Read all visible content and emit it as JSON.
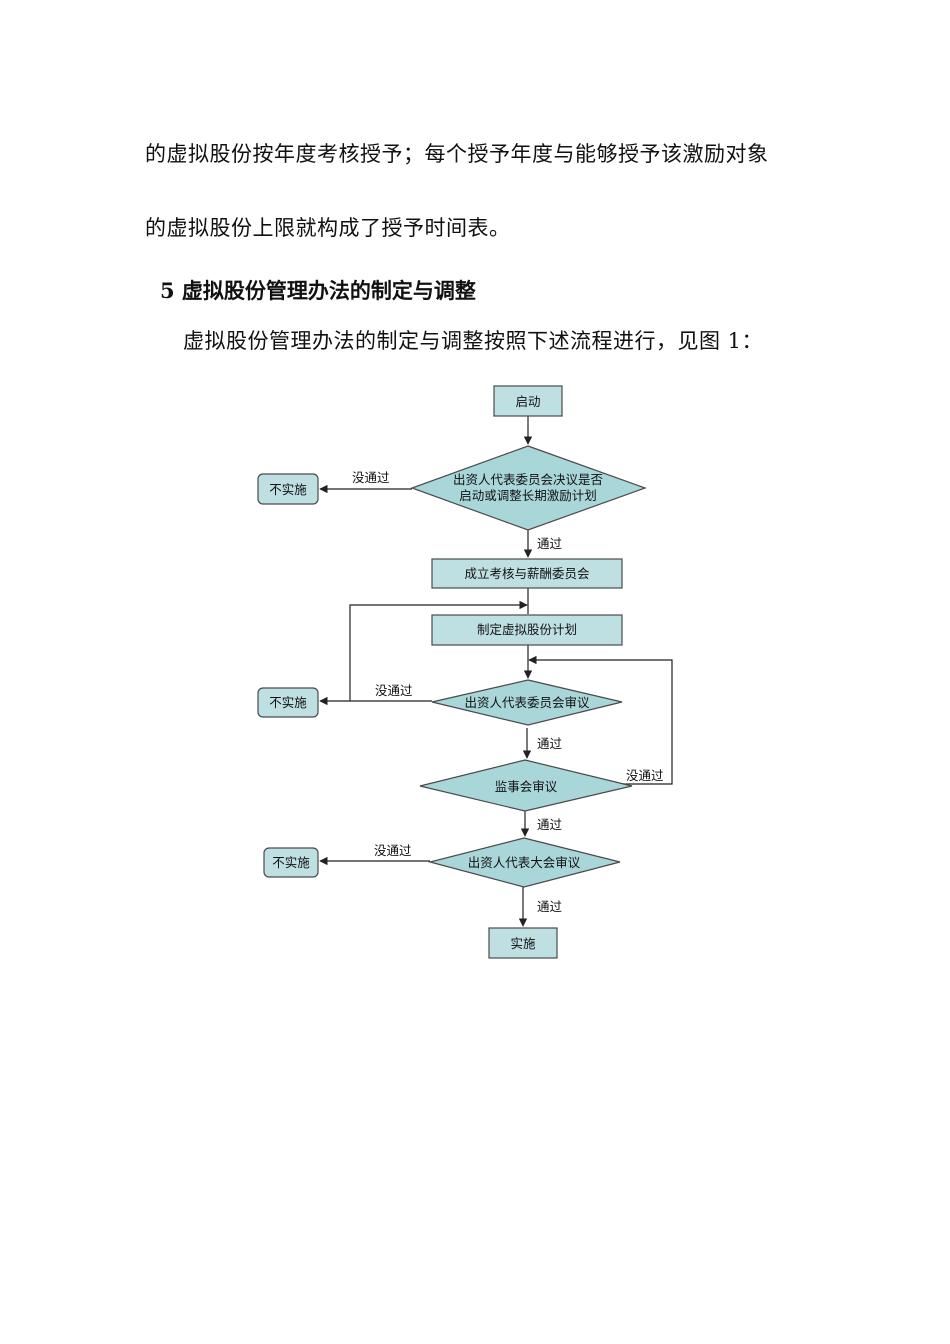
{
  "body": {
    "line1": "的虚拟股份按年度考核授予；每个授予年度与能够授予该激励对象",
    "line2": "的虚拟股份上限就构成了授予时间表。",
    "heading": "5 虚拟股份管理办法的制定与调整",
    "intro": "虚拟股份管理办法的制定与调整按照下述流程进行，见图 1："
  },
  "flowchart": {
    "start": "启动",
    "decision1_line1": "出资人代表委员会决议是否",
    "decision1_line2": "启动或调整长期激励计划",
    "step_committee": "成立考核与薪酬委员会",
    "step_plan": "制定虚拟股份计划",
    "decision2": "出资人代表委员会审议",
    "decision3": "监事会审议",
    "decision4": "出资人代表大会审议",
    "end": "实施",
    "reject1": "不实施",
    "reject2": "不实施",
    "reject3": "不实施",
    "pass1": "通过",
    "pass2": "通过",
    "pass3": "通过",
    "pass4": "通过",
    "fail1": "没通过",
    "fail2": "没通过",
    "fail3": "没通过",
    "fail4": "没通过",
    "colors": {
      "fill": "#a9d6d9",
      "stroke": "#4a4a4a"
    }
  }
}
